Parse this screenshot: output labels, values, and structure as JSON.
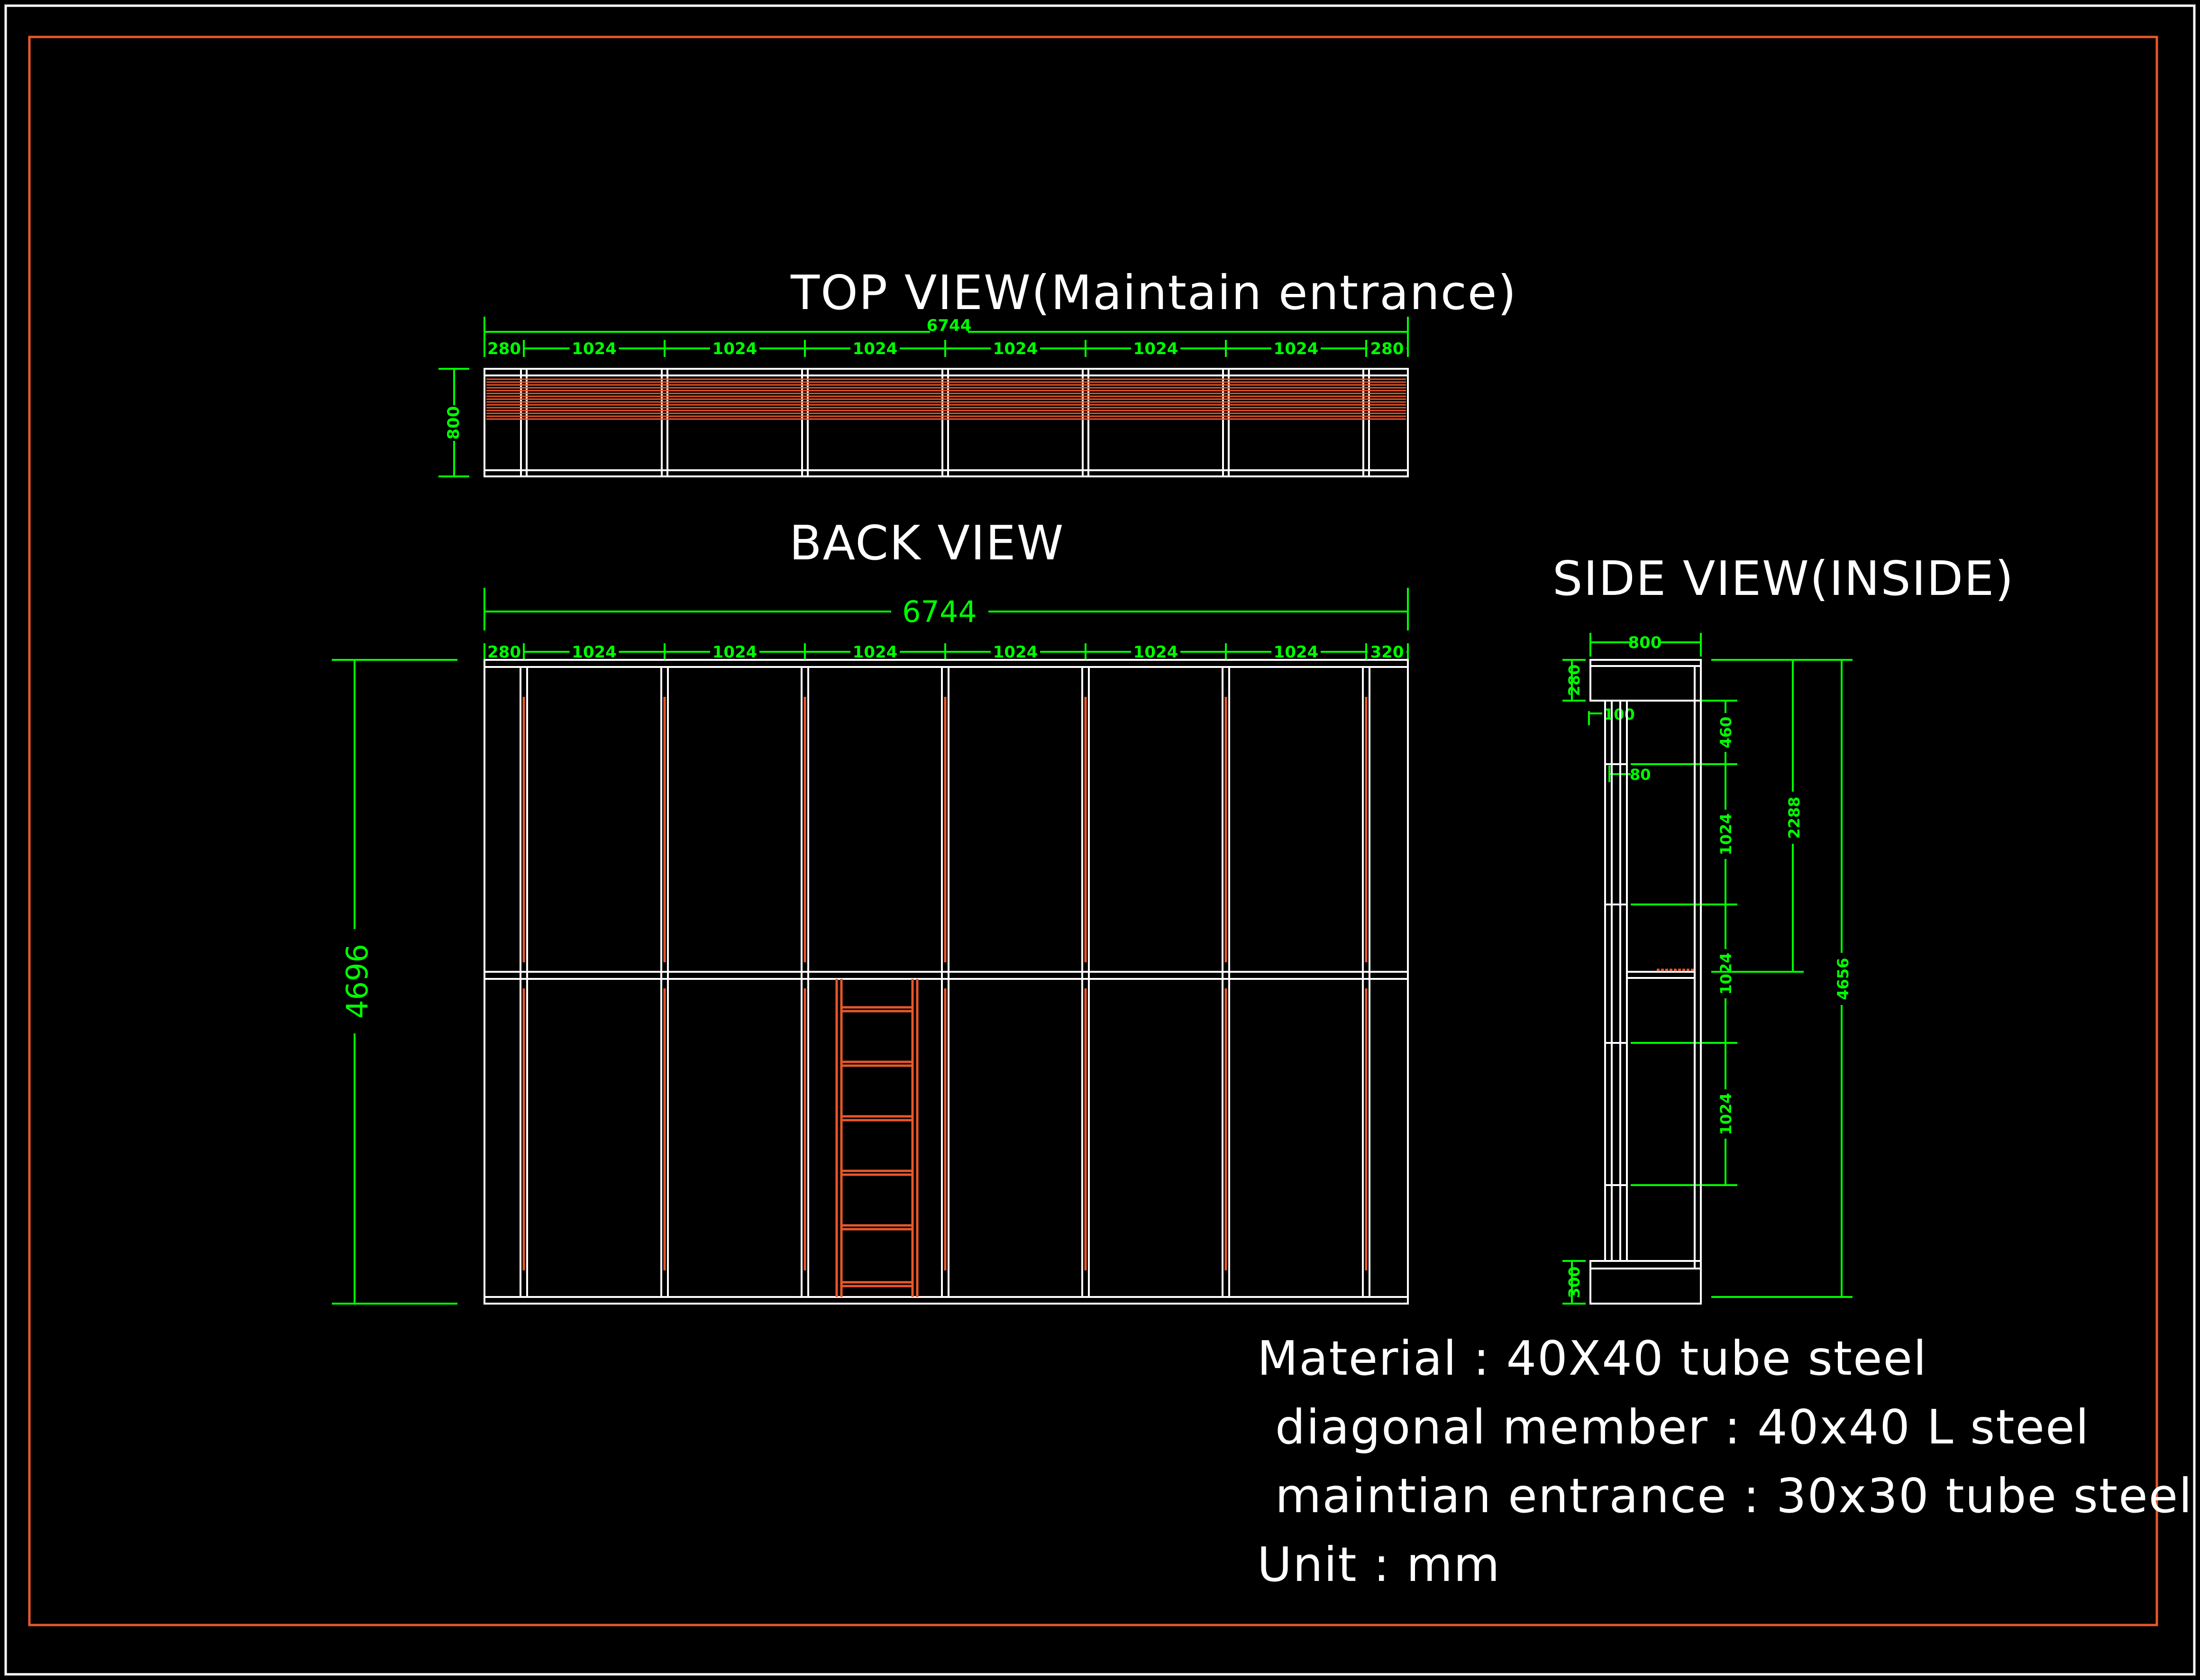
{
  "drawing": {
    "colors": {
      "background": "#000000",
      "frame": "#e8572b",
      "steel": "#ffffff",
      "dimension": "#00ff00",
      "highlight": "#e8572b"
    }
  },
  "top_view": {
    "title": "TOP VIEW(Maintain entrance)",
    "overall": "6744",
    "segments": [
      "280",
      "1024",
      "1024",
      "1024",
      "1024",
      "1024",
      "1024",
      "280"
    ],
    "depth": "800"
  },
  "back_view": {
    "title": "BACK VIEW",
    "overall": "6744",
    "segments": [
      "280",
      "1024",
      "1024",
      "1024",
      "1024",
      "1024",
      "1024",
      "320"
    ],
    "height": "4696"
  },
  "side_view": {
    "title": "SIDE VIEW(INSIDE)",
    "width": "800",
    "top": "280",
    "offset_a": "100",
    "offset_b": "80",
    "bottom": "300",
    "chain": [
      "460",
      "1024",
      "1024",
      "1024"
    ],
    "partial": "2288",
    "total": "4656"
  },
  "notes": {
    "material": "Material : 40X40 tube steel",
    "diagonal": "diagonal member : 40x40 L steel",
    "entrance": "maintian entrance  : 30x30 tube steel",
    "unit": "Unit : mm"
  }
}
